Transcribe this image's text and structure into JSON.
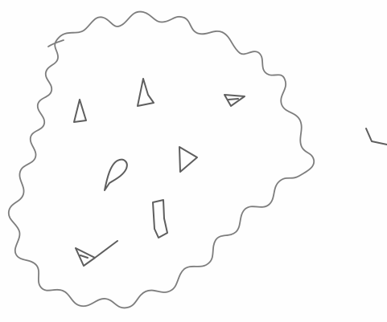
{
  "drawing": {
    "kind": "pencil sketch",
    "ink_color": "#7d7d7d",
    "paper_color": "#fdfdfd",
    "contents": {
      "outline": "wavy-closed-region",
      "inner_marks": [
        "triangle",
        "triangle",
        "triangle",
        "leaf",
        "triangle",
        "rectangle",
        "triangle"
      ],
      "outside_marks": [
        "check"
      ]
    }
  }
}
